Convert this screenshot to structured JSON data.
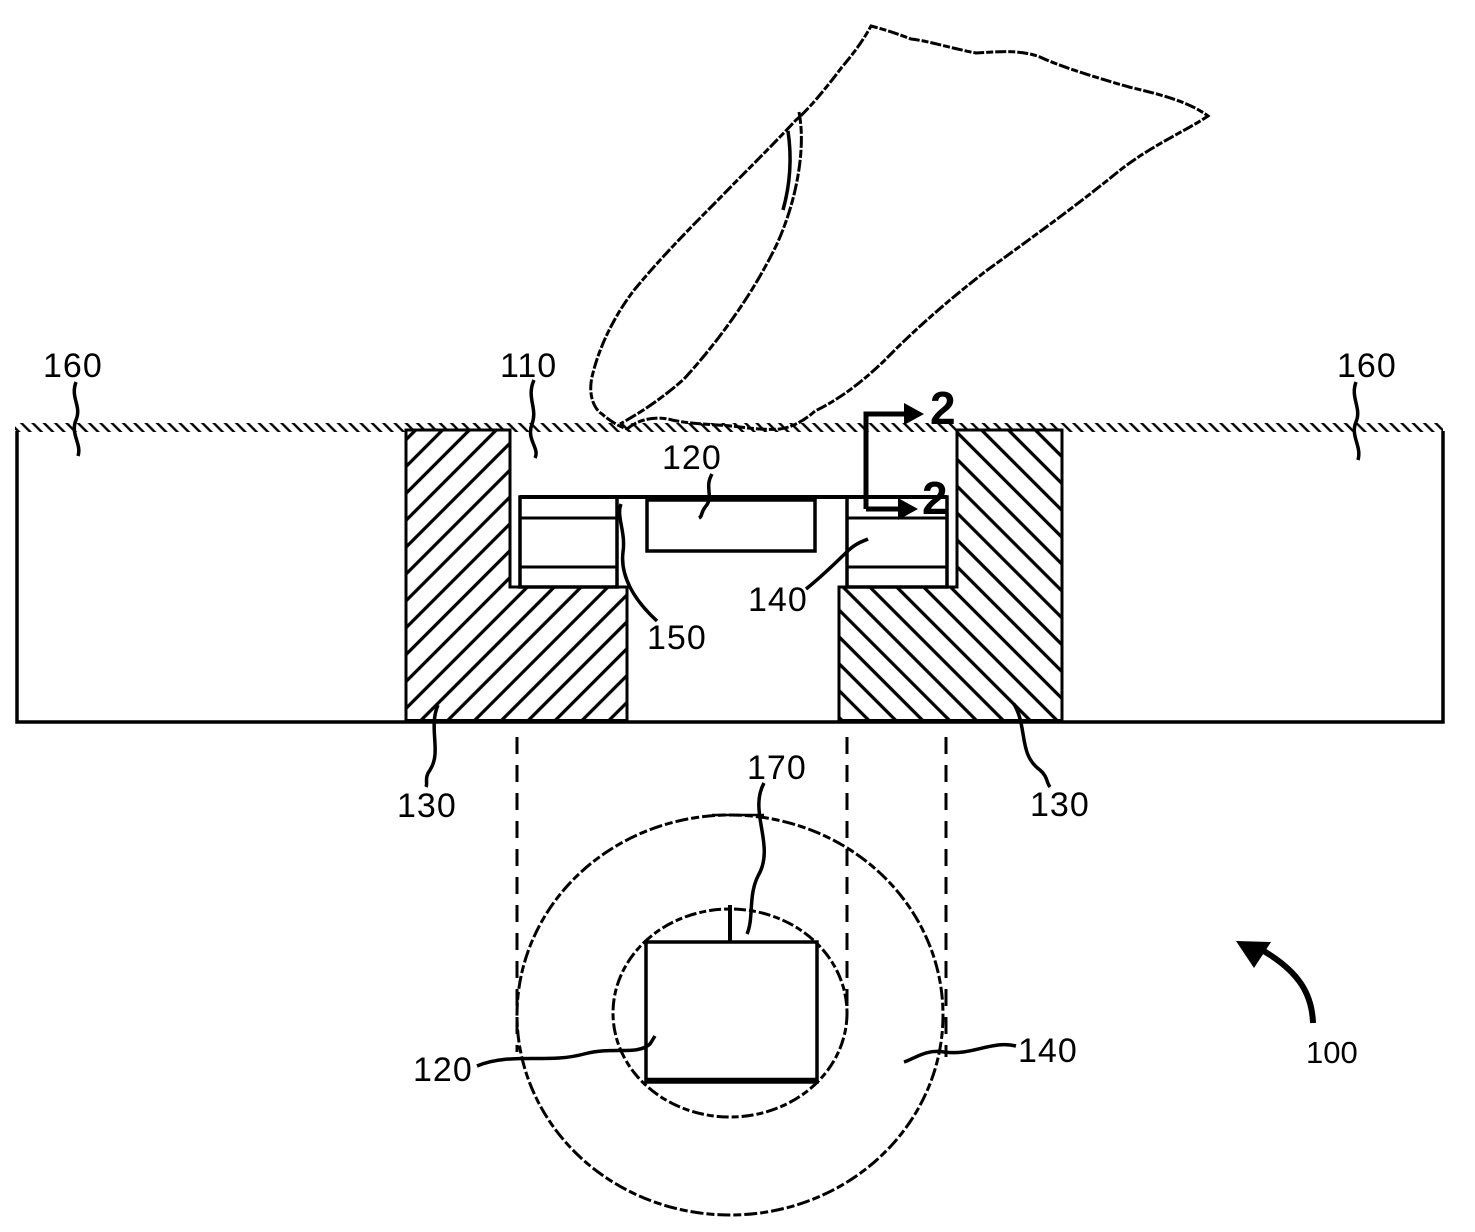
{
  "figure": {
    "background_color": "#ffffff",
    "ink_color": "#000000",
    "assembly_ref": "100",
    "cross_section": {
      "labels": {
        "surface_left": "160",
        "surface_right": "160",
        "cover_layer": "110",
        "sensor": "120",
        "adhesive": "150",
        "ring": "140",
        "wall_left": "130",
        "wall_right": "130"
      },
      "section_marker_top": "2",
      "section_marker_bottom": "2"
    },
    "plan_view": {
      "labels": {
        "connection": "170",
        "sensor": "120",
        "ring": "140"
      }
    }
  }
}
